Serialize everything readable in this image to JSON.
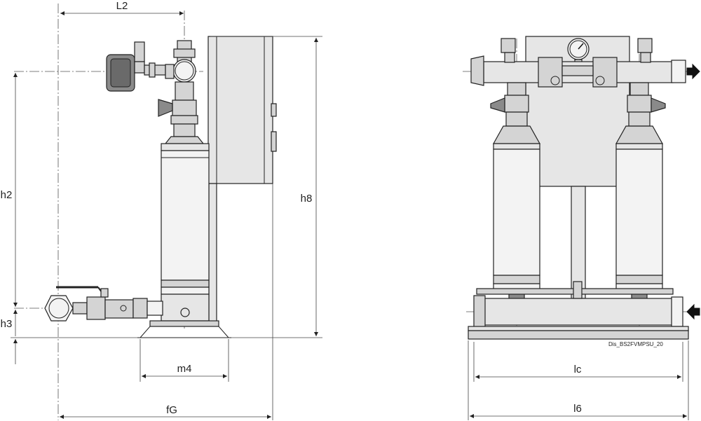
{
  "labels": {
    "L2": "L2",
    "h2": "h2",
    "h3": "h3",
    "h8": "h8",
    "m4": "m4",
    "fG": "fG",
    "lc": "lc",
    "l6": "l6"
  },
  "drawing_code": "Dis_BS2FVMPSU_20"
}
